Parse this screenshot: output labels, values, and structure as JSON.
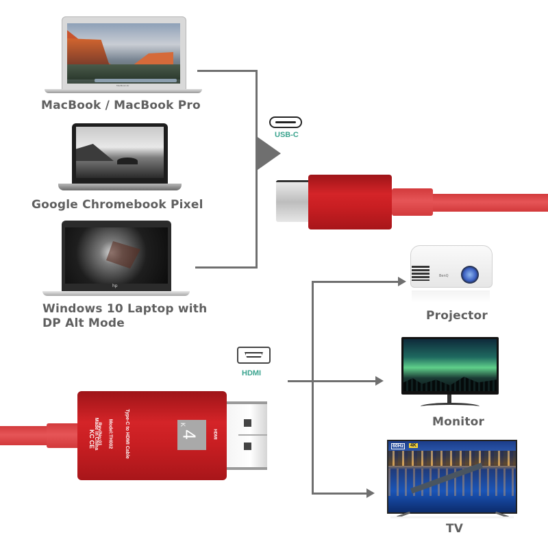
{
  "sources": {
    "title": "Source devices",
    "items": [
      {
        "label": "MacBook / MacBook Pro",
        "screen_caption": "MacBook Air"
      },
      {
        "label": "Google Chromebook Pixel"
      },
      {
        "label_line1": "Windows 10 Laptop with",
        "label_line2": "DP Alt Mode",
        "logo": "hp"
      }
    ]
  },
  "ports": {
    "usb_c": {
      "label": "USB-C",
      "icon": "usb-c-port-icon"
    },
    "hdmi": {
      "label": "HDMI",
      "icon": "hdmi-port-icon"
    }
  },
  "cable": {
    "badge": "4K",
    "badge_sup": "K",
    "badge_num": "4",
    "hdmi_mark": "HDMI",
    "print_lines": [
      "Type-C to HDMI Cable",
      "Model:TH002",
      "Rev/No:01",
      "Made in China"
    ],
    "cert_marks": "KC CE"
  },
  "outputs": {
    "items": [
      {
        "label": "Projector",
        "brand": "BenQ"
      },
      {
        "label": "Monitor"
      },
      {
        "label": "TV",
        "badges": [
          "60Hz",
          "4K"
        ]
      }
    ]
  },
  "colors": {
    "accent_red": "#d42428",
    "label_gray": "#5f5f5f",
    "port_label_teal": "#3aa38e",
    "connector_line": "#6f6f6f"
  }
}
